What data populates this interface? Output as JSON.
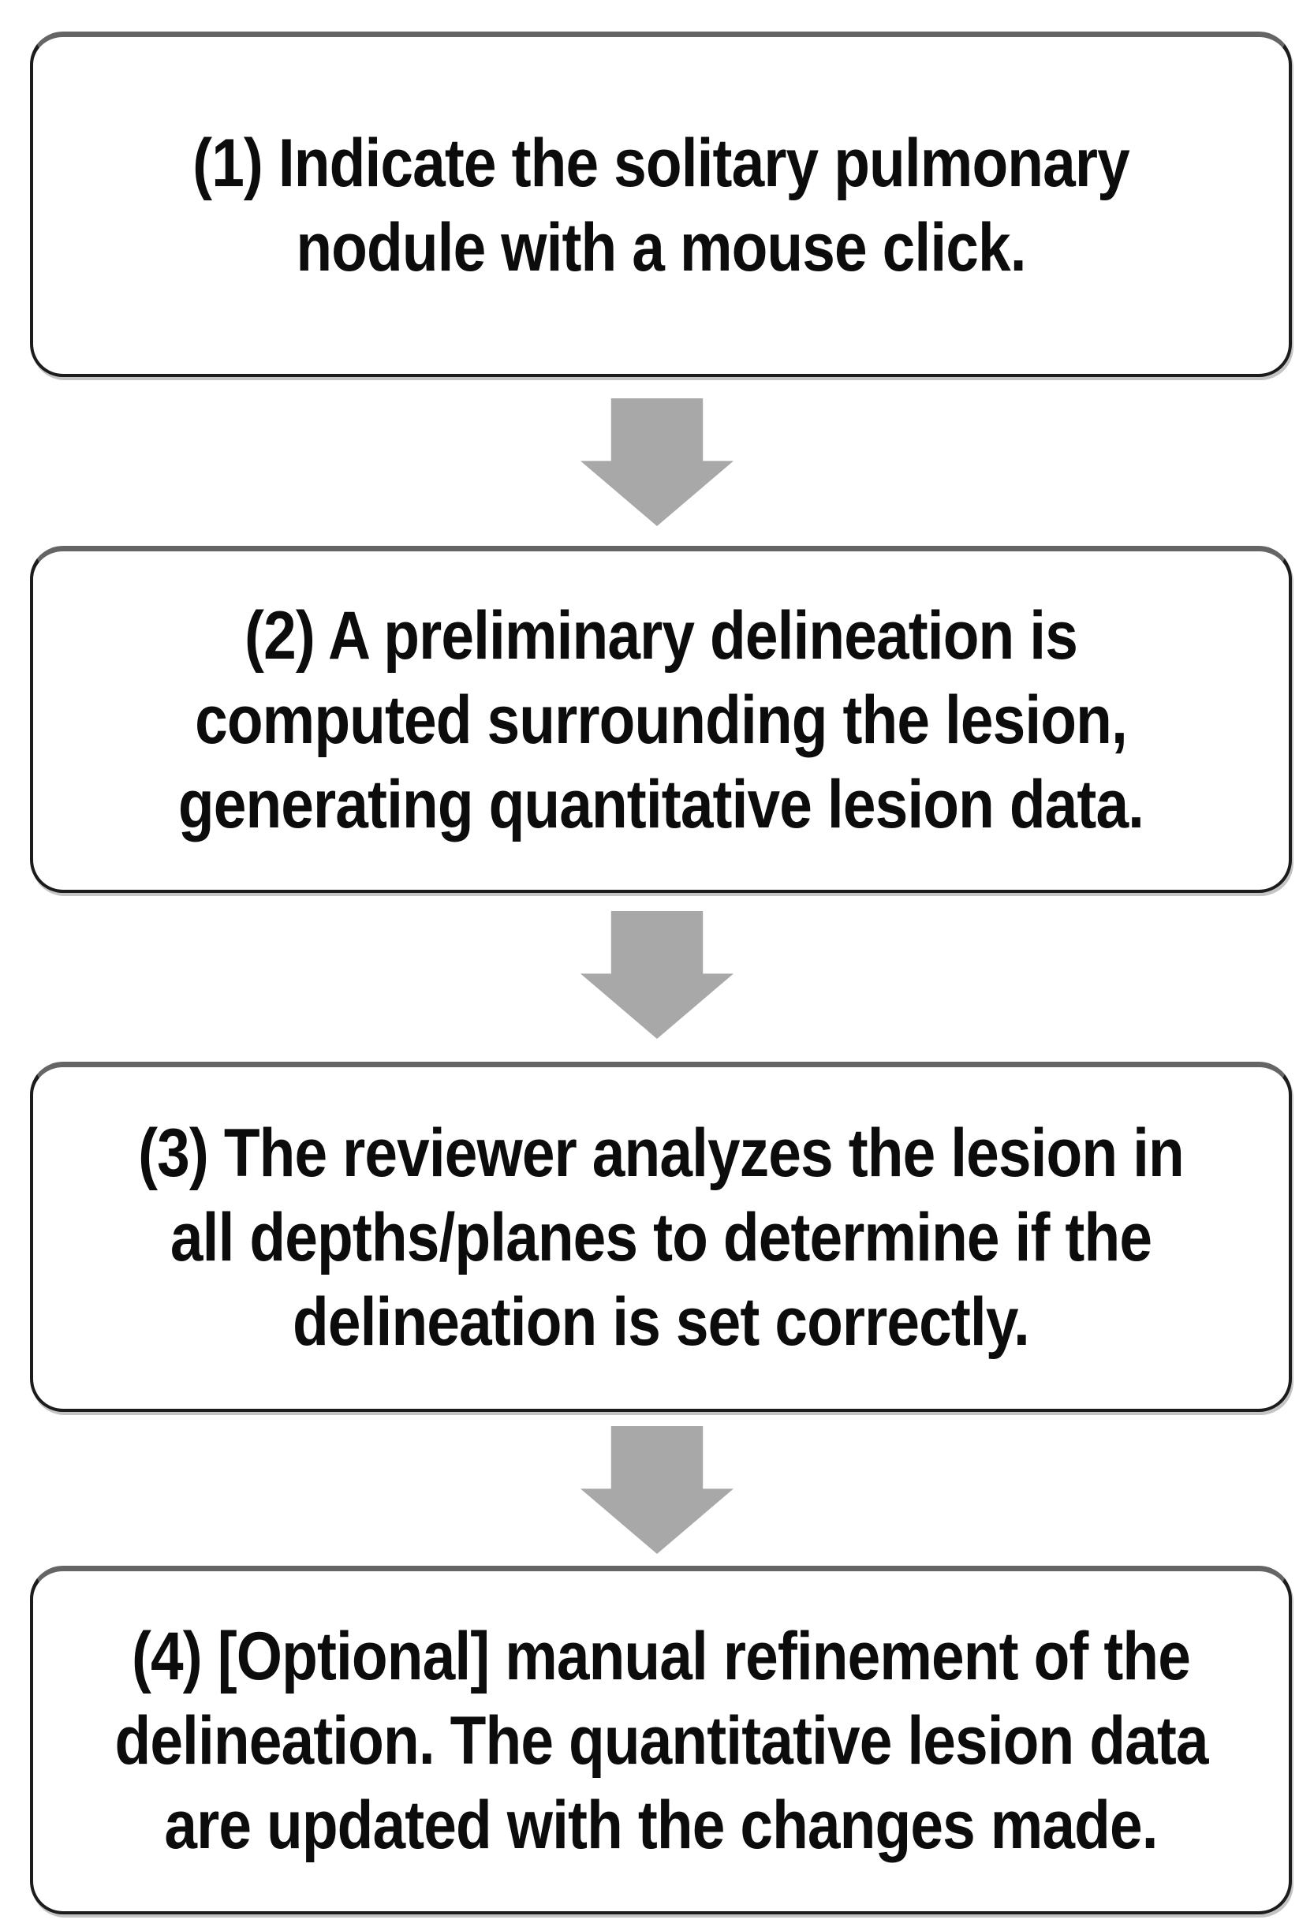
{
  "figure": {
    "type": "flowchart",
    "direction": "top-to-bottom",
    "colors": {
      "background": "#ffffff",
      "box_border": "#1c1c1c",
      "box_top_edge": "#656565",
      "arrow": "#a8a8a8",
      "text": "#0c0c0c"
    }
  },
  "steps": [
    {
      "number": 1,
      "lines": [
        "(1) Indicate the solitary pulmonary",
        "nodule with a mouse click."
      ]
    },
    {
      "number": 2,
      "lines": [
        "(2) A preliminary delineation is",
        "computed surrounding the lesion,",
        "generating quantitative lesion data."
      ]
    },
    {
      "number": 3,
      "lines": [
        "(3) The reviewer analyzes the lesion in",
        "all depths/planes to determine if the",
        "delineation is set correctly."
      ]
    },
    {
      "number": 4,
      "lines": [
        "(4) [Optional] manual refinement of the",
        "delineation. The quantitative lesion data",
        "are updated with the changes made."
      ]
    }
  ],
  "connectors": [
    {
      "from": 1,
      "to": 2,
      "shape": "block-arrow-down"
    },
    {
      "from": 2,
      "to": 3,
      "shape": "block-arrow-down"
    },
    {
      "from": 3,
      "to": 4,
      "shape": "block-arrow-down"
    }
  ]
}
